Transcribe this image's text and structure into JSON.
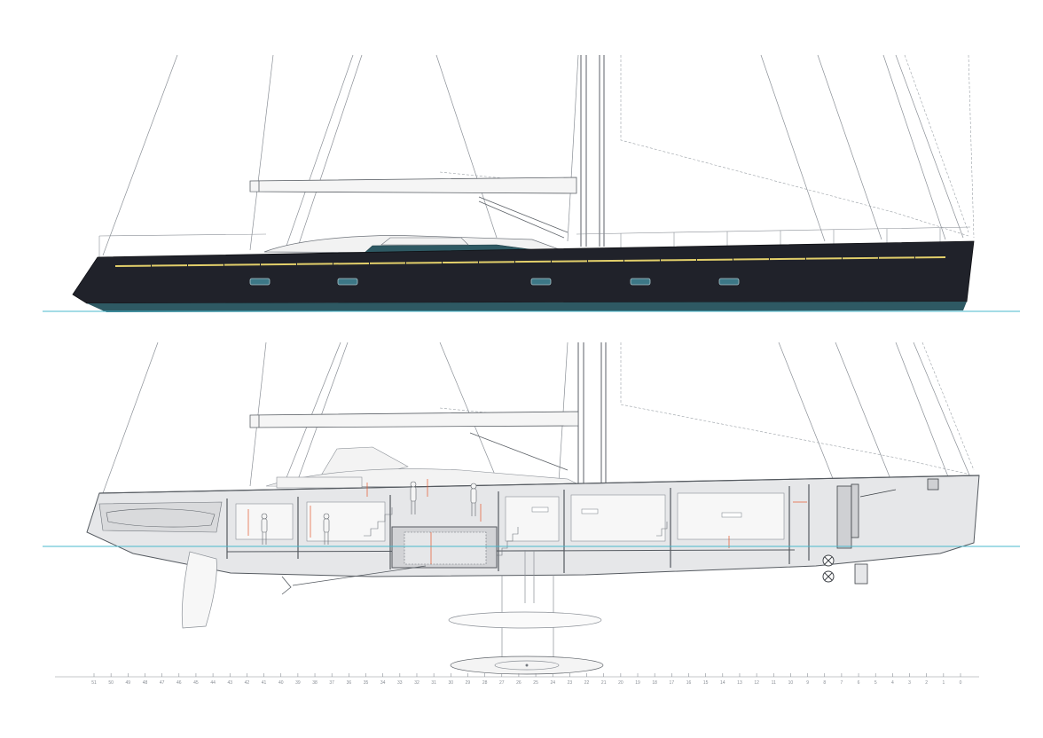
{
  "drawing": {
    "views": [
      "sail-plan-profile",
      "interior-profile"
    ],
    "colors": {
      "hull": "#20222a",
      "boot_stripe": "#2e5963",
      "cove_stripe": "#e2cf6a",
      "waterline": "#48b8cc",
      "sections": "#d9dadc",
      "dimensions": "#e4562a",
      "lines": "#6f747b"
    }
  },
  "scale": {
    "ticks": [
      "51",
      "50",
      "49",
      "48",
      "47",
      "46",
      "45",
      "44",
      "43",
      "42",
      "41",
      "40",
      "39",
      "38",
      "37",
      "36",
      "35",
      "34",
      "33",
      "32",
      "31",
      "30",
      "29",
      "28",
      "27",
      "26",
      "25",
      "24",
      "23",
      "22",
      "21",
      "20",
      "19",
      "18",
      "17",
      "16",
      "15",
      "14",
      "13",
      "12",
      "11",
      "10",
      "9",
      "8",
      "7",
      "6",
      "5",
      "4",
      "3",
      "2",
      "1",
      "0"
    ]
  }
}
